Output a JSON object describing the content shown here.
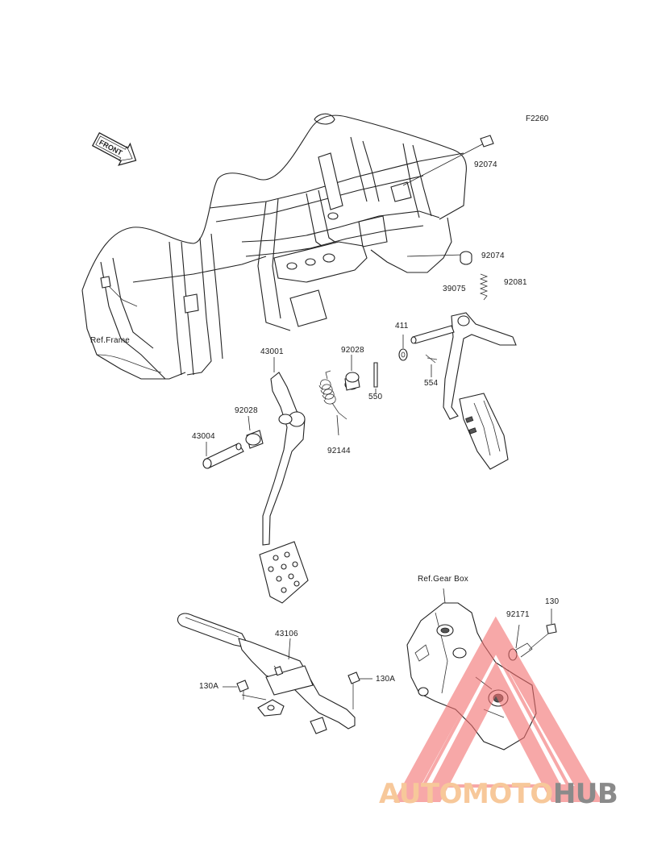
{
  "figure_code": "F2260",
  "direction_arrow": {
    "text": "FRONT",
    "icon": "front-arrow-icon"
  },
  "references": {
    "frame": "Ref.Frame",
    "gear_box": "Ref.Gear Box"
  },
  "parts": [
    {
      "id": "p92074a",
      "number": "92074"
    },
    {
      "id": "p92074b",
      "number": "92074"
    },
    {
      "id": "p92081",
      "number": "92081"
    },
    {
      "id": "p39075",
      "number": "39075"
    },
    {
      "id": "p411",
      "number": "411"
    },
    {
      "id": "p554",
      "number": "554"
    },
    {
      "id": "p550",
      "number": "550"
    },
    {
      "id": "p92028a",
      "number": "92028"
    },
    {
      "id": "p43001",
      "number": "43001"
    },
    {
      "id": "p92028b",
      "number": "92028"
    },
    {
      "id": "p43004",
      "number": "43004"
    },
    {
      "id": "p92144",
      "number": "92144"
    },
    {
      "id": "p43106",
      "number": "43106"
    },
    {
      "id": "p130A_l",
      "number": "130A"
    },
    {
      "id": "p130A_r",
      "number": "130A"
    },
    {
      "id": "p92171",
      "number": "92171"
    },
    {
      "id": "p130",
      "number": "130"
    }
  ],
  "watermark": {
    "part1": "AUTO",
    "part2": "MOTO",
    "part3": "HUB",
    "colors": {
      "triangle": "#f26f6f",
      "auto_moto": "#f7c89a",
      "hub": "#8a8a8a"
    }
  }
}
